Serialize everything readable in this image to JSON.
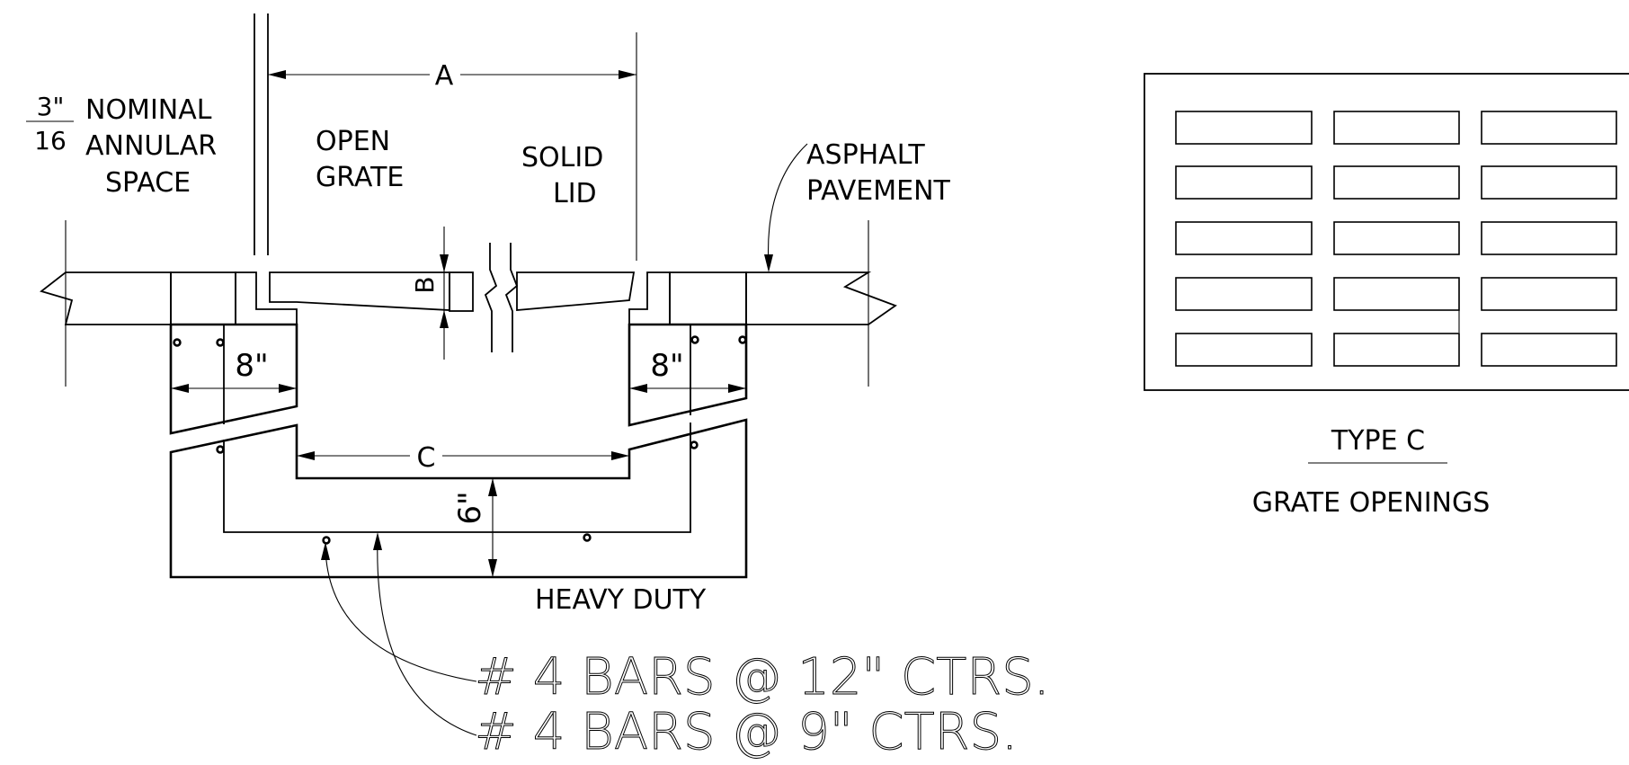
{
  "section": {
    "annular_fraction_num": "3\"",
    "annular_fraction_den": "16",
    "annular_line1": "NOMINAL",
    "annular_line2": "ANNULAR",
    "annular_line3": "SPACE",
    "dim_a": "A",
    "dim_b": "B",
    "dim_c": "C",
    "open_grate_line1": "OPEN",
    "open_grate_line2": "GRATE",
    "solid_lid_line1": "SOLID",
    "solid_lid_line2": "LID",
    "asphalt_line1": "ASPHALT",
    "asphalt_line2": "PAVEMENT",
    "dim_8_left": "8\"",
    "dim_8_right": "8\"",
    "dim_6": "6\"",
    "heavy_duty": "HEAVY DUTY",
    "bars_12": "# 4 BARS @ 12\" CTRS.",
    "bars_9": "# 4 BARS @ 9\" CTRS."
  },
  "grate": {
    "type_label": "TYPE C",
    "caption": "GRATE OPENINGS",
    "rows": 5,
    "columns": 3
  },
  "colors": {
    "line": "#000000",
    "background": "#ffffff"
  }
}
